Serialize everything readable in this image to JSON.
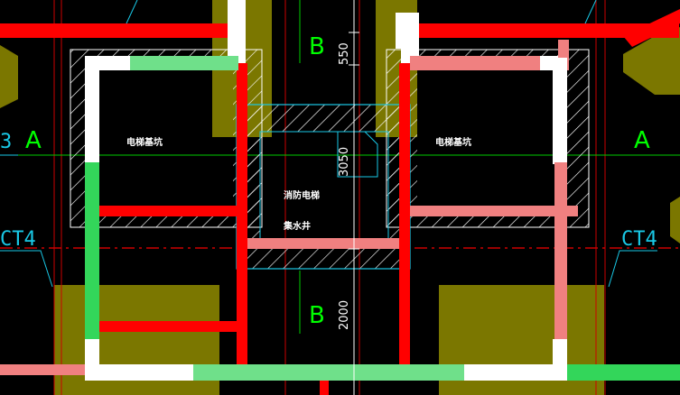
{
  "drawing": {
    "background": "#000000",
    "colors": {
      "red": "#ff0000",
      "pink": "#f08080",
      "green": "#33d65a",
      "light_green": "#6fe08a",
      "olive": "#7b7700",
      "white": "#ffffff",
      "cyan": "#19c8e6",
      "grid_red": "#cc0000",
      "label_green": "#00ff00",
      "label_white": "#ffffff"
    }
  },
  "labels": {
    "axis_b_top": "B",
    "axis_b_bottom": "B",
    "axis_a_left": "A",
    "axis_a_right": "A",
    "axis_3_left": "3",
    "ct4_left": "CT4",
    "ct4_right": "CT4",
    "dim_550": "550",
    "dim_3050": "3050",
    "dim_2000": "2000",
    "pit_left": "电梯基坑",
    "pit_right": "电梯基坑",
    "sump_line1": "消防电梯",
    "sump_line2": "集水井"
  }
}
